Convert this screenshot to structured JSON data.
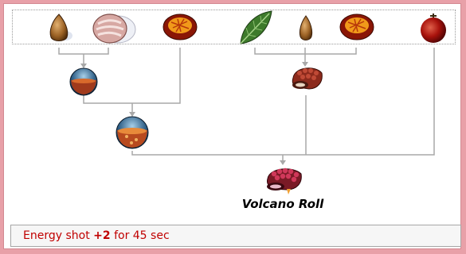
{
  "result": {
    "name": "Volcano Roll"
  },
  "effect": {
    "prefix": "Energy shot",
    "value": "+2",
    "suffix": "for 45 sec"
  },
  "colors": {
    "background": "#e8a0a8",
    "effect_text": "#c00000",
    "connector": "#a8a8a8"
  },
  "icons": [
    "pine-nut-icon",
    "fish-fillet-icon",
    "spicy-sauce-icon",
    "basil-leaf-icon",
    "pine-nut-icon",
    "spicy-sauce-icon",
    "red-fruit-icon",
    "sauce-bowl-icon",
    "seafood-roll-icon",
    "spicy-broth-bowl-icon",
    "volcano-roll-icon"
  ]
}
